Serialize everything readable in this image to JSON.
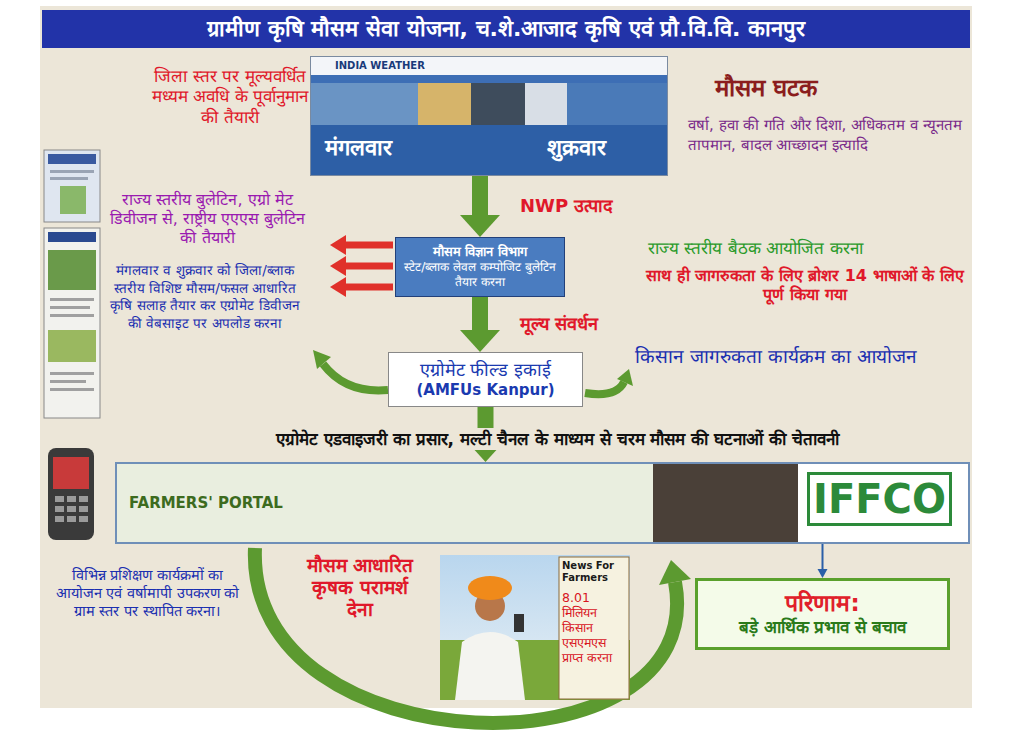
{
  "diagram": {
    "title": "ग्रामीण कृषि मौसम सेवा योजना, च.शे.आजाद कृषि एवं प्रौ.वि.वि. कानपुर",
    "nodes": [
      {
        "text": [
          "INDIA WEATHER",
          "मंगलवार",
          "शुक्रवार"
        ]
      },
      {
        "text": [
          "मौसम विज्ञान विभाग",
          "स्टेट/ब्लाक लेवल कम्पोजिट बुलेटिन तैयार करना"
        ]
      },
      {
        "text": [
          "एग्रोमेट फील्ड इकाई",
          "(AMFUs Kanpur)"
        ]
      },
      {
        "text": [
          "FARMERS' PORTAL",
          "IFFCO"
        ]
      },
      {
        "text": [
          "परिणाम:",
          "बड़े आर्थिक प्रभाव से बचाव"
        ]
      }
    ],
    "edges": [
      {
        "from": 0,
        "to": 1,
        "arrow": "to",
        "label": "NWP उत्पाद"
      },
      {
        "from": 1,
        "to": 2,
        "arrow": "to",
        "label": "मूल्य संवर्धन"
      },
      {
        "from": 2,
        "to": 3,
        "arrow": "to"
      },
      {
        "from": 3,
        "to": 4,
        "arrow": "to"
      }
    ],
    "labels": [
      "जिला स्तर पर मूल्यवर्धित मध्यम अवधि के पूर्वानुमान की तैयारी",
      "राज्य स्तरीय बुलेटिन, एग्रो मेट डिवीजन से, राष्ट्रीय एएएस बुलेटिन की तैयारी",
      "मंगलवार व शुक्रवार को जिला/ब्लाक स्तरीय विशिष्ट मौसम/फसल आधारित कृषि सलाह तैयार कर एग्रोमेट डिवीजन की वेबसाइट पर अपलोड करना",
      "मौसम घटक",
      "वर्षा, हवा की गति और दिशा, अधिकतम व न्यूनतम तापमान, बादल आच्छादन इत्यादि",
      "राज्य स्तरीय बैठक आयोजित करना",
      "साथ ही जागरुकता के लिए ब्रोशर 14 भाषाओं के लिए पूर्ण किया गया",
      "किसान जागरुकता कार्यक्रम का आयोजन",
      "एग्रोमेट एडवाइजरी का प्रसार, मल्टी चैनल के माध्यम से चरम मौसम की घटनाओं की चेतावनी",
      "विभिन्न प्रशिक्षण कार्यक्रमों का आयोजन एवं वर्षामापी उपकरण को ग्राम स्तर पर स्थापित करना।",
      "मौसम आधारित कृषक परामर्श देना",
      "8.01 मिलियन किसान एसएमएस प्राप्त करना",
      "News For Farmers"
    ]
  }
}
